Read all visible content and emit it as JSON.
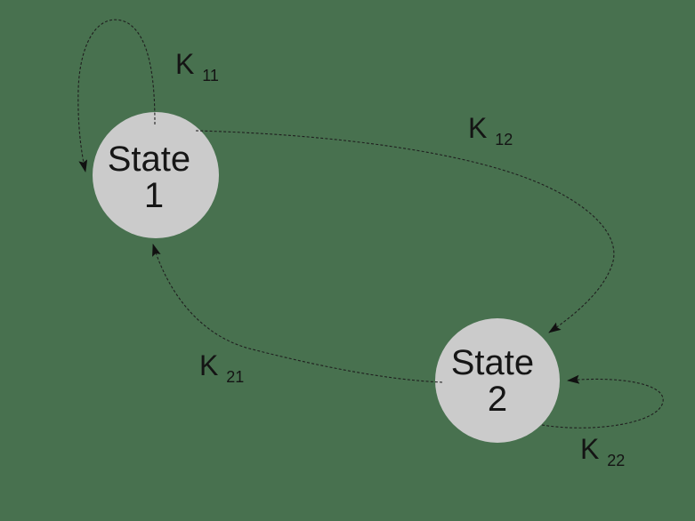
{
  "colors": {
    "background": "#48714F",
    "node_fill": "#CBCBCB",
    "line": "#1F1F1F",
    "text": "#161616"
  },
  "states": [
    {
      "name": "state-1",
      "line1": "State",
      "line2": "1"
    },
    {
      "name": "state-2",
      "line1": "State",
      "line2": "2"
    }
  ],
  "transitions": [
    {
      "from": "State 1",
      "to": "State 1",
      "label_base": "K",
      "label_sub": "11"
    },
    {
      "from": "State 1",
      "to": "State 2",
      "label_base": "K",
      "label_sub": "12"
    },
    {
      "from": "State 2",
      "to": "State 1",
      "label_base": "K",
      "label_sub": "21"
    },
    {
      "from": "State 2",
      "to": "State 2",
      "label_base": "K",
      "label_sub": "22"
    }
  ]
}
